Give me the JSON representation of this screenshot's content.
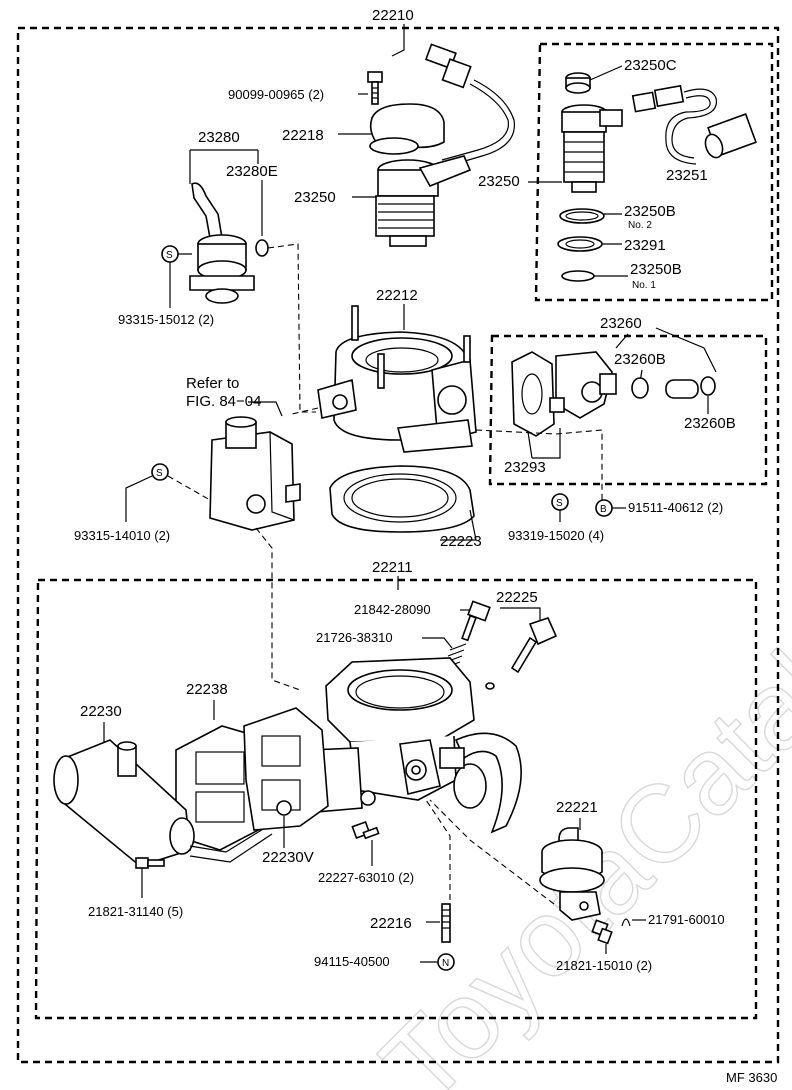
{
  "assembly_label": "22210",
  "watermark": "ToyotaCatalog.ru",
  "figure_code": "MF 3630",
  "parts": {
    "p_90099": "90099-00965 (2)",
    "p_22218": "22218",
    "p_23280": "23280",
    "p_23280E": "23280E",
    "p_23250a": "23250",
    "p_23250b": "23250",
    "p_93315_15012": "93315-15012 (2)",
    "p_23250C": "23250C",
    "p_23251": "23251",
    "p_23250B2": "23250B",
    "p_no2": "No. 2",
    "p_23291": "23291",
    "p_23250B1": "23250B",
    "p_no1": "No. 1",
    "p_22212": "22212",
    "p_23260": "23260",
    "p_23260Ba": "23260B",
    "p_23260Bb": "23260B",
    "p_refer": "Refer to",
    "p_fig": "FIG. 84−04",
    "p_23293": "23293",
    "p_93315_14010": "93315-14010 (2)",
    "p_22223": "22223",
    "p_93319": "93319-15020 (4)",
    "p_91511": "91511-40612 (2)",
    "p_22211": "22211",
    "p_21842": "21842-28090",
    "p_22225": "22225",
    "p_21726": "21726-38310",
    "p_22238": "22238",
    "p_22230": "22230",
    "p_22221": "22221",
    "p_22230V": "22230V",
    "p_22227": "22227-63010 (2)",
    "p_21821_31140": "21821-31140 (5)",
    "p_22216": "22216",
    "p_21791": "21791-60010",
    "p_94115": "94115-40500",
    "p_21821_15010": "21821-15010 (2)"
  },
  "markers": {
    "s": "S",
    "b": "B",
    "n": "N"
  }
}
